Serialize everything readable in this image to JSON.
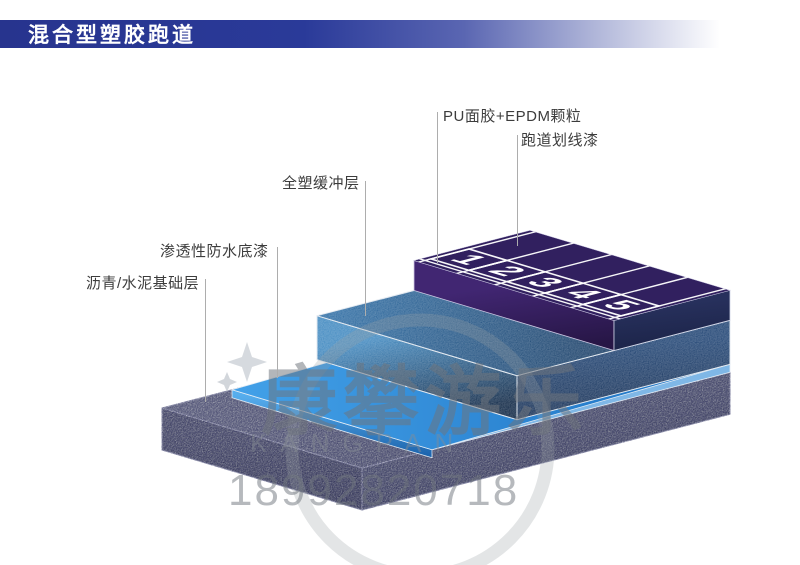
{
  "banner": {
    "title": "混合型塑胶跑道"
  },
  "labels": [
    {
      "id": "pu-surface",
      "text": "PU面胶+EPDM颗粒"
    },
    {
      "id": "lane-paint",
      "text": "跑道划线漆"
    },
    {
      "id": "buffer",
      "text": "全塑缓冲层"
    },
    {
      "id": "primer",
      "text": "渗透性防水底漆"
    },
    {
      "id": "base",
      "text": "沥青/水泥基础层"
    }
  ],
  "track": {
    "lanes": [
      "1",
      "2",
      "3",
      "4",
      "5"
    ]
  },
  "watermark": {
    "brand": "康攀游乐",
    "brand_latin": "KANGPAN",
    "phone": "18992820718"
  },
  "colors": {
    "banner_blue": "#27348e",
    "surface_purple": "#4c2b82",
    "buffer_navy": "#1d4a7a",
    "primer_blue": "#2f93e0",
    "base_gray": "#6a7078",
    "marking_white": "#ffffff"
  }
}
